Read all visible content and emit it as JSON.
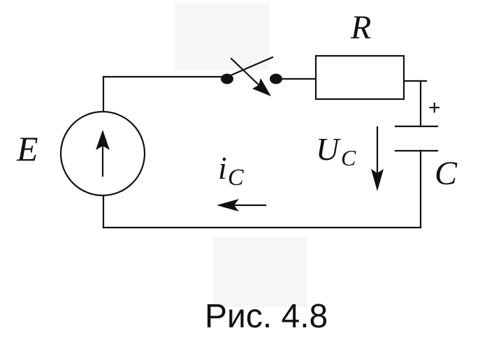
{
  "labels": {
    "source": "E",
    "resistor": "R",
    "capacitor": "C",
    "capacitor_voltage_main": "U",
    "capacitor_voltage_sub": "C",
    "current_main": "i",
    "current_sub": "C",
    "capacitor_polarity": "+"
  },
  "caption": "Рис. 4.8"
}
